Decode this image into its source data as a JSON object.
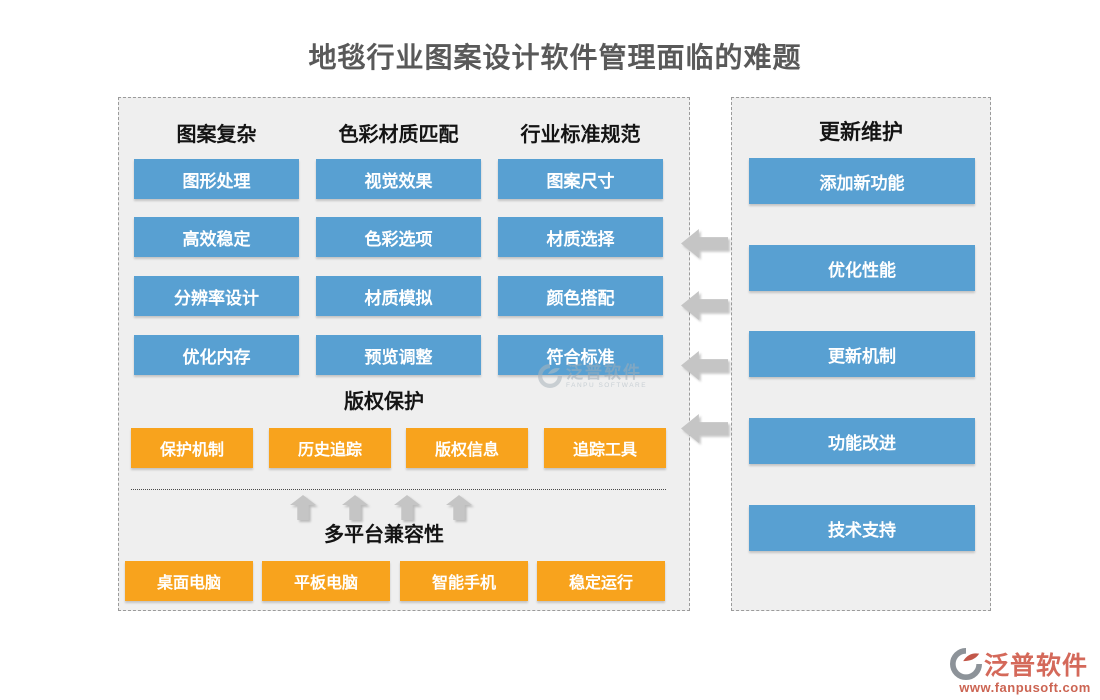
{
  "title": "地毯行业图案设计软件管理面临的难题",
  "left_panel": {
    "columns": [
      {
        "header": "图案复杂",
        "items": [
          "图形处理",
          "高效稳定",
          "分辨率设计",
          "优化内存"
        ]
      },
      {
        "header": "色彩材质匹配",
        "items": [
          "视觉效果",
          "色彩选项",
          "材质模拟",
          "预览调整"
        ]
      },
      {
        "header": "行业标准规范",
        "items": [
          "图案尺寸",
          "材质选择",
          "颜色搭配",
          "符合标准"
        ]
      }
    ],
    "copyright": {
      "header": "版权保护",
      "items": [
        "保护机制",
        "历史追踪",
        "版权信息",
        "追踪工具"
      ]
    },
    "platform": {
      "header": "多平台兼容性",
      "items": [
        "桌面电脑",
        "平板电脑",
        "智能手机",
        "稳定运行"
      ]
    }
  },
  "right_panel": {
    "header": "更新维护",
    "items": [
      "添加新功能",
      "优化性能",
      "更新机制",
      "功能改进",
      "技术支持"
    ]
  },
  "watermark": {
    "text": "泛普软件",
    "subtext": "FANPU SOFTWARE"
  },
  "footer": {
    "logo_text": "泛普软件",
    "url": "www.fanpusoft.com"
  },
  "icons": {
    "left_arrows": "left-arrow-icon",
    "up_arrows": "up-arrow-icon",
    "brand_mark": "fanpu-logo-icon"
  },
  "colors": {
    "node_blue": "#58a0d2",
    "node_orange": "#f8a31d",
    "arrow_gray": "#c5c5c5",
    "panel_bg": "#efefef",
    "title_gray": "#595959",
    "brand_red": "#d4695a",
    "header_black": "#141414"
  }
}
